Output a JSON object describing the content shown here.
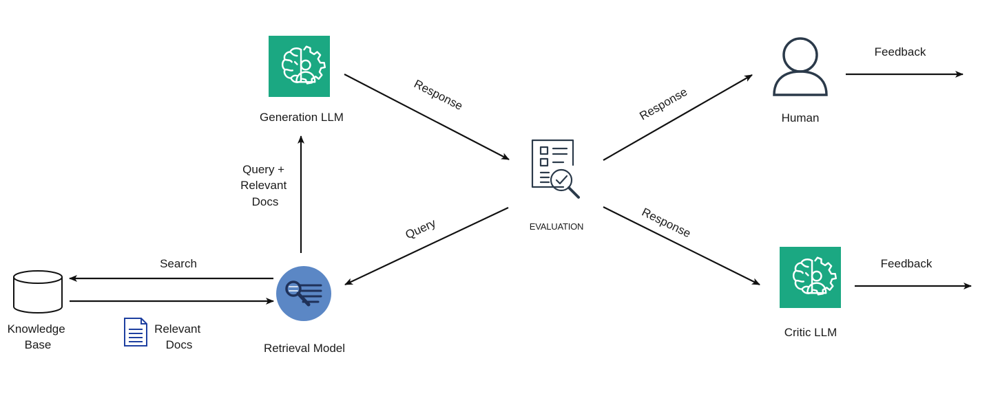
{
  "nodes": {
    "generation_llm": "Generation LLM",
    "evaluation": "EVALUATION",
    "human": "Human",
    "critic_llm": "Critic LLM",
    "retrieval_model": "Retrieval Model",
    "knowledge_base": [
      "Knowledge",
      "Base"
    ]
  },
  "edges": {
    "gen_to_eval": "Response",
    "eval_to_human": "Response",
    "eval_to_critic": "Response",
    "eval_to_retrieval": "Query",
    "human_feedback": "Feedback",
    "critic_feedback": "Feedback",
    "retrieval_to_gen": [
      "Query +",
      "Relevant",
      "Docs"
    ],
    "retrieval_to_kb": "Search",
    "kb_to_retrieval": [
      "Relevant",
      "Docs"
    ]
  },
  "colors": {
    "llm_icon_bg": "#1ba882",
    "retrieval_circle": "#5b87c5",
    "document_icon": "#1d3fa0",
    "outline": "#2b3a4a"
  },
  "icons": {
    "generation_llm": "brain-gear-person-icon",
    "critic_llm": "brain-gear-person-icon",
    "evaluation": "checklist-magnifier-icon",
    "human": "person-outline-icon",
    "retrieval_model": "search-lines-icon",
    "knowledge_base": "database-cylinder-icon",
    "relevant_docs": "document-icon"
  }
}
